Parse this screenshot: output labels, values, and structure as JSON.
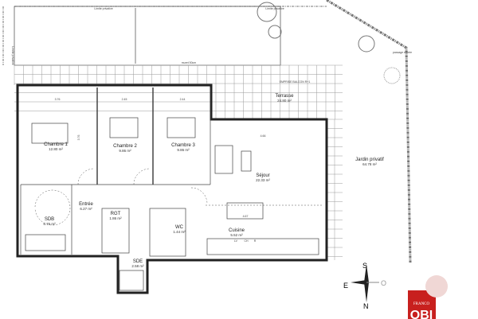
{
  "plan": {
    "boundaries": {
      "limit_left": "Limite privative",
      "limit_right": "Limite privative",
      "low_wall": "muret 50cm",
      "side_limit": "Limite privative",
      "entry_passage": "passage entrée",
      "balcony": "EMPRISE BALCON R+1"
    },
    "rooms": [
      {
        "name": "Chambre 1",
        "area": "12.80 m²"
      },
      {
        "name": "Chambre 2",
        "area": "9.86 m²"
      },
      {
        "name": "Chambre 3",
        "area": "9.86 m²"
      },
      {
        "name": "Séjour",
        "area": "22.33 m²"
      },
      {
        "name": "Entrée",
        "area": "6.27 m²"
      },
      {
        "name": "SDB",
        "area": "5.76 m²"
      },
      {
        "name": "RGT",
        "area": "1.86 m²"
      },
      {
        "name": "WC",
        "area": "1.44 m²"
      },
      {
        "name": "Cuisine",
        "area": "5.52 m²"
      },
      {
        "name": "SDE",
        "area": "2.58 m²"
      },
      {
        "name": "Terrasse",
        "area": "24.80 m²"
      },
      {
        "name": "Jardin privatif",
        "area": "64.78 m²"
      }
    ],
    "dimensions": [
      "3.76",
      "2.45",
      "2.44",
      "4.66",
      "4.67",
      "3.76"
    ],
    "appliances": [
      "LV",
      "CH",
      "R"
    ],
    "compass": {
      "south": "S",
      "east": "E",
      "west": "O",
      "north": "N"
    },
    "logo": {
      "text": "FRANCO",
      "letters": "OBI",
      "color": "#c8201e"
    }
  }
}
